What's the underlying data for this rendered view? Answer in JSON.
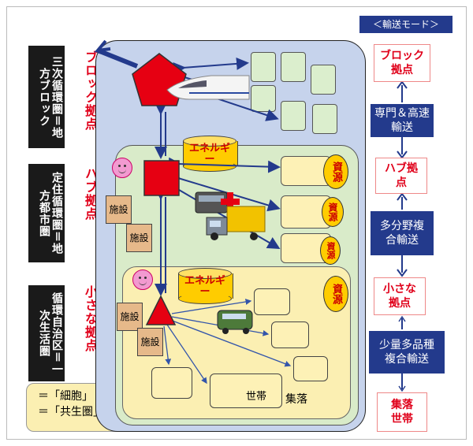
{
  "left_labels": {
    "block_tier": "三次循環圏＝地方ブロック",
    "hub_tier": "定住循環圏＝地方都市圏",
    "small_tier": "循環自治区＝一次生活圏",
    "block_base": "ブロック拠点",
    "hub_base": "ハブ拠点",
    "small_base": "小さな拠点"
  },
  "note": {
    "line1": "＝「細胞」",
    "line2": "＝「共生圏」"
  },
  "center": {
    "energy_upper": "エネルギー",
    "energy_lower": "エネルギー",
    "resource": "資源",
    "facility": "施設",
    "household": "世帯",
    "settlement": "集落"
  },
  "legend": {
    "header": "＜輸送モード＞",
    "block_base": "ブロック拠点",
    "hub_base": "ハブ拠点",
    "small_base": "小さな拠点",
    "settlement_household": "集落世帯",
    "mode_block_hub": "専門＆高速輸送",
    "mode_hub_small": "多分野複合輸送",
    "mode_small_settlement": "少量多品種複合輸送"
  },
  "colors": {
    "accent_red": "#e60012",
    "navy": "#233a8c",
    "outer_blue": "#c6d3ec",
    "mid_green": "#d9ebc9",
    "inner_yellow": "#fbefb2"
  }
}
